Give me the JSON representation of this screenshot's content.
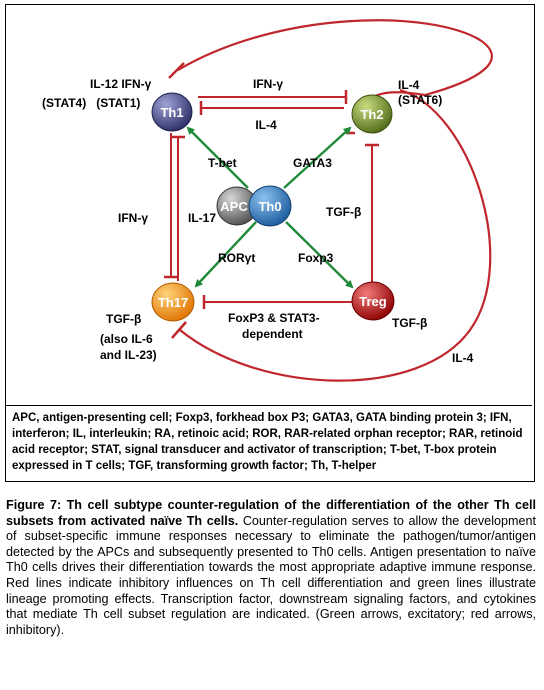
{
  "diagram": {
    "nodes": {
      "th1": "Th1",
      "th2": "Th2",
      "th0": "Th0",
      "apc": "APC",
      "th17": "Th17",
      "treg": "Treg"
    },
    "labels": {
      "th1_cytokines": "IL-12 IFN-γ",
      "th1_tfs": "(STAT4)   (STAT1)",
      "th2_cytokine": "IL-4",
      "th2_tf": "(STAT6)",
      "ifn_top": "IFN-γ",
      "il4_mid": "IL-4",
      "tbet": "T-bet",
      "gata3": "GATA3",
      "ifn_left": "IFN-γ",
      "il17": "IL-17",
      "tgfb_mid": "TGF-β",
      "rorgt": "RORγt",
      "foxp3": "Foxp3",
      "tgfb_th17": "TGF-β",
      "also_1": "(also IL-6",
      "also_2": "and IL-23)",
      "foxp3_stat3_1": "FoxP3 & STAT3-",
      "foxp3_stat3_2": "dependent",
      "tgfb_treg": "TGF-β",
      "il4_bottom": "IL-4"
    },
    "colors": {
      "inhibitory": "#c0272d",
      "excitatory": "#1e8a3a",
      "th1_fill": "#3b3f7e",
      "th2_fill": "#6f8a2a",
      "th0_fill": "#2a6fb0",
      "apc_fill": "#6e6e6e",
      "th17_fill": "#f28a00",
      "treg_fill": "#b01010"
    }
  },
  "abbreviations": "APC, antigen-presenting cell; Foxp3, forkhead box P3; GATA3, GATA binding protein 3; IFN, interferon; IL, interleukin; RA, retinoic acid; ROR, RAR-related orphan receptor; RAR, retinoid acid receptor; STAT, signal transducer and activator of transcription; T-bet, T-box protein expressed in T cells; TGF, transforming growth factor; Th, T-helper",
  "caption": {
    "title": "Figure 7: Th cell subtype counter-regulation of the differentiation of the other Th cell subsets from activated naïve Th cells.",
    "body": "Counter-regulation serves to allow the development of subset-specific immune responses necessary to eliminate the pathogen/tumor/antigen detected by the APCs and subsequently presented to Th0 cells. Antigen presentation to naïve Th0 cells drives their differentiation towards the most appropriate adaptive immune response. Red lines indicate inhibitory influences on Th cell differentiation and green lines illustrate lineage promoting effects. Transcription factor, downstream signaling factors, and cytokines that mediate Th cell subset regulation are indicated. (Green arrows, excitatory; red arrows, inhibitory)."
  }
}
